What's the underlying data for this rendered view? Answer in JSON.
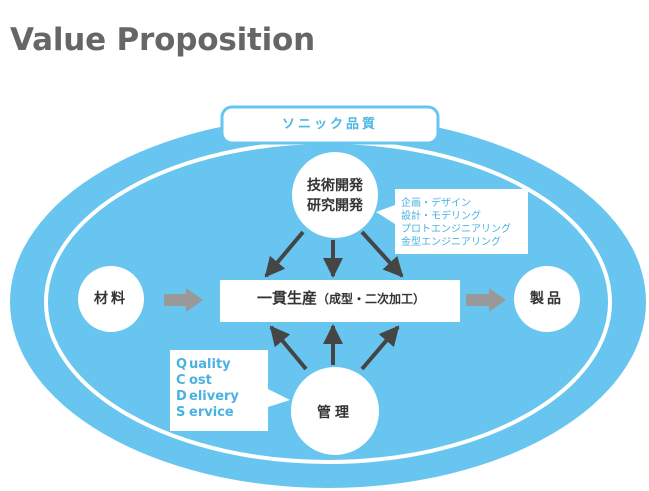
{
  "title": "Value Proposition",
  "banner": "ソニック品質",
  "nodes": {
    "tech_line1": "技術開発",
    "tech_line2": "研究開発",
    "material": "材料",
    "product": "製品",
    "management": "管理",
    "integrated_main": "一貫生産",
    "integrated_sub": "（成型・二次加工）"
  },
  "tech_items": [
    "企画・デザイン",
    "設計・モデリング",
    "プロトエンジニアリング",
    "金型エンジニアリング"
  ],
  "qcds": [
    {
      "letter": "Q",
      "rest": "uality"
    },
    {
      "letter": "C",
      "rest": "ost"
    },
    {
      "letter": "D",
      "rest": "elivery"
    },
    {
      "letter": "S",
      "rest": "ervice"
    }
  ],
  "colors": {
    "accent": "#67c5f0",
    "text_accent": "#49b2e2",
    "arrow": "#454545",
    "grey_arrow": "#999999"
  }
}
